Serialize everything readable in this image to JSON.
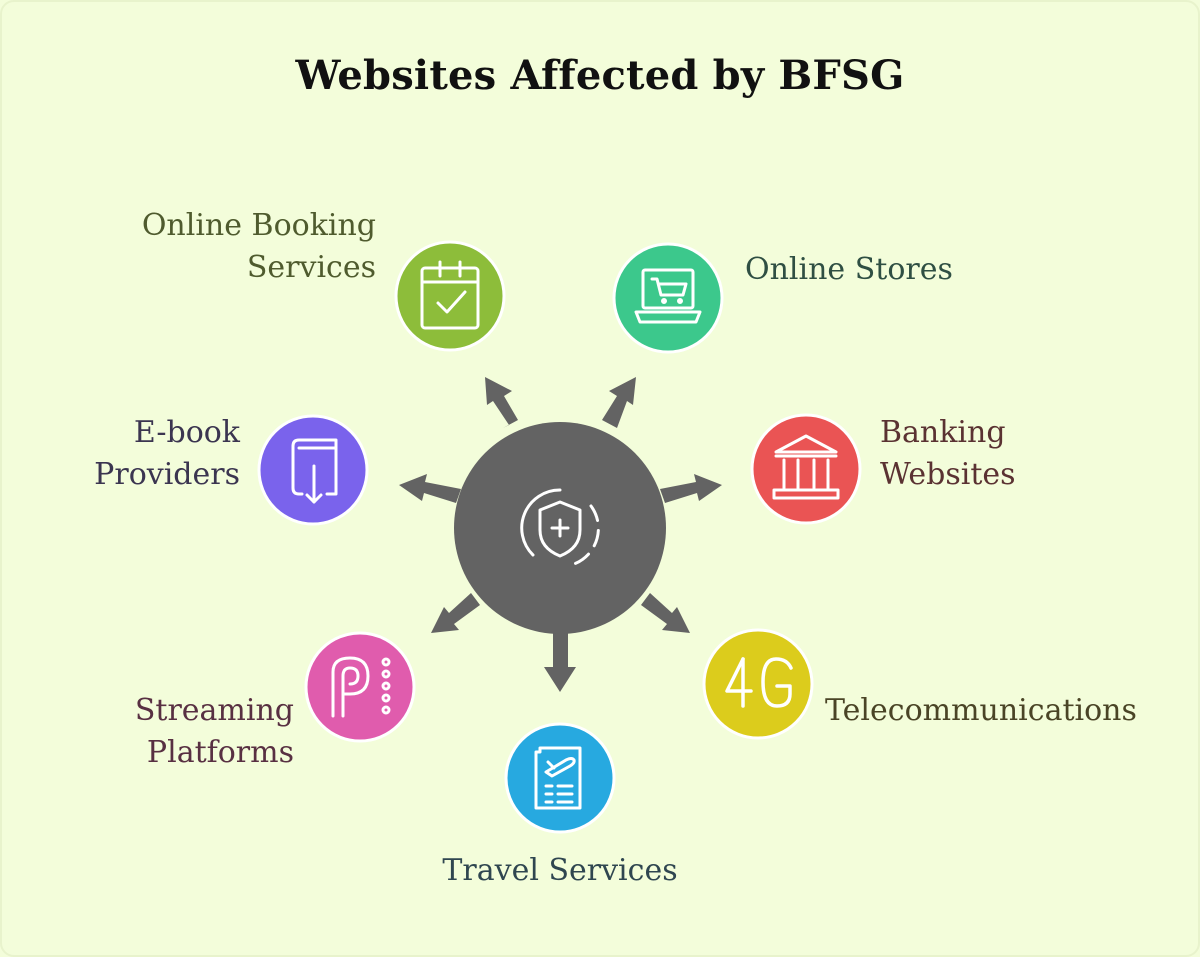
{
  "title": "Websites Affected by BFSG",
  "colors": {
    "background": "#f3fdda",
    "hub": "#636363",
    "booking": "#8dbd3a",
    "stores": "#3cc88c",
    "banking": "#ea5454",
    "telecom": "#dccc1c",
    "travel": "#27a9e0",
    "streaming": "#e05cad",
    "ebook": "#7a63ec"
  },
  "hub": {
    "icon": "shield-plus-icon"
  },
  "items": [
    {
      "key": "booking",
      "lines": [
        "Online Booking",
        "Services"
      ],
      "icon": "calendar-check-icon",
      "text_color": "#4f5b2e"
    },
    {
      "key": "stores",
      "lines": [
        "Online Stores"
      ],
      "icon": "laptop-cart-icon",
      "text_color": "#2f4f43"
    },
    {
      "key": "banking",
      "lines": [
        "Banking",
        "Websites"
      ],
      "icon": "bank-icon",
      "text_color": "#5a3232"
    },
    {
      "key": "telecom",
      "lines": [
        "Telecommunications"
      ],
      "icon": "4g-icon",
      "text_color": "#4a4426"
    },
    {
      "key": "travel",
      "lines": [
        "Travel Services"
      ],
      "icon": "flight-ticket-icon",
      "text_color": "#2f4650"
    },
    {
      "key": "streaming",
      "lines": [
        "Streaming",
        "Platforms"
      ],
      "icon": "streaming-p-icon",
      "text_color": "#583042"
    },
    {
      "key": "ebook",
      "lines": [
        "E-book",
        "Providers"
      ],
      "icon": "ebook-download-icon",
      "text_color": "#3b3550"
    }
  ]
}
